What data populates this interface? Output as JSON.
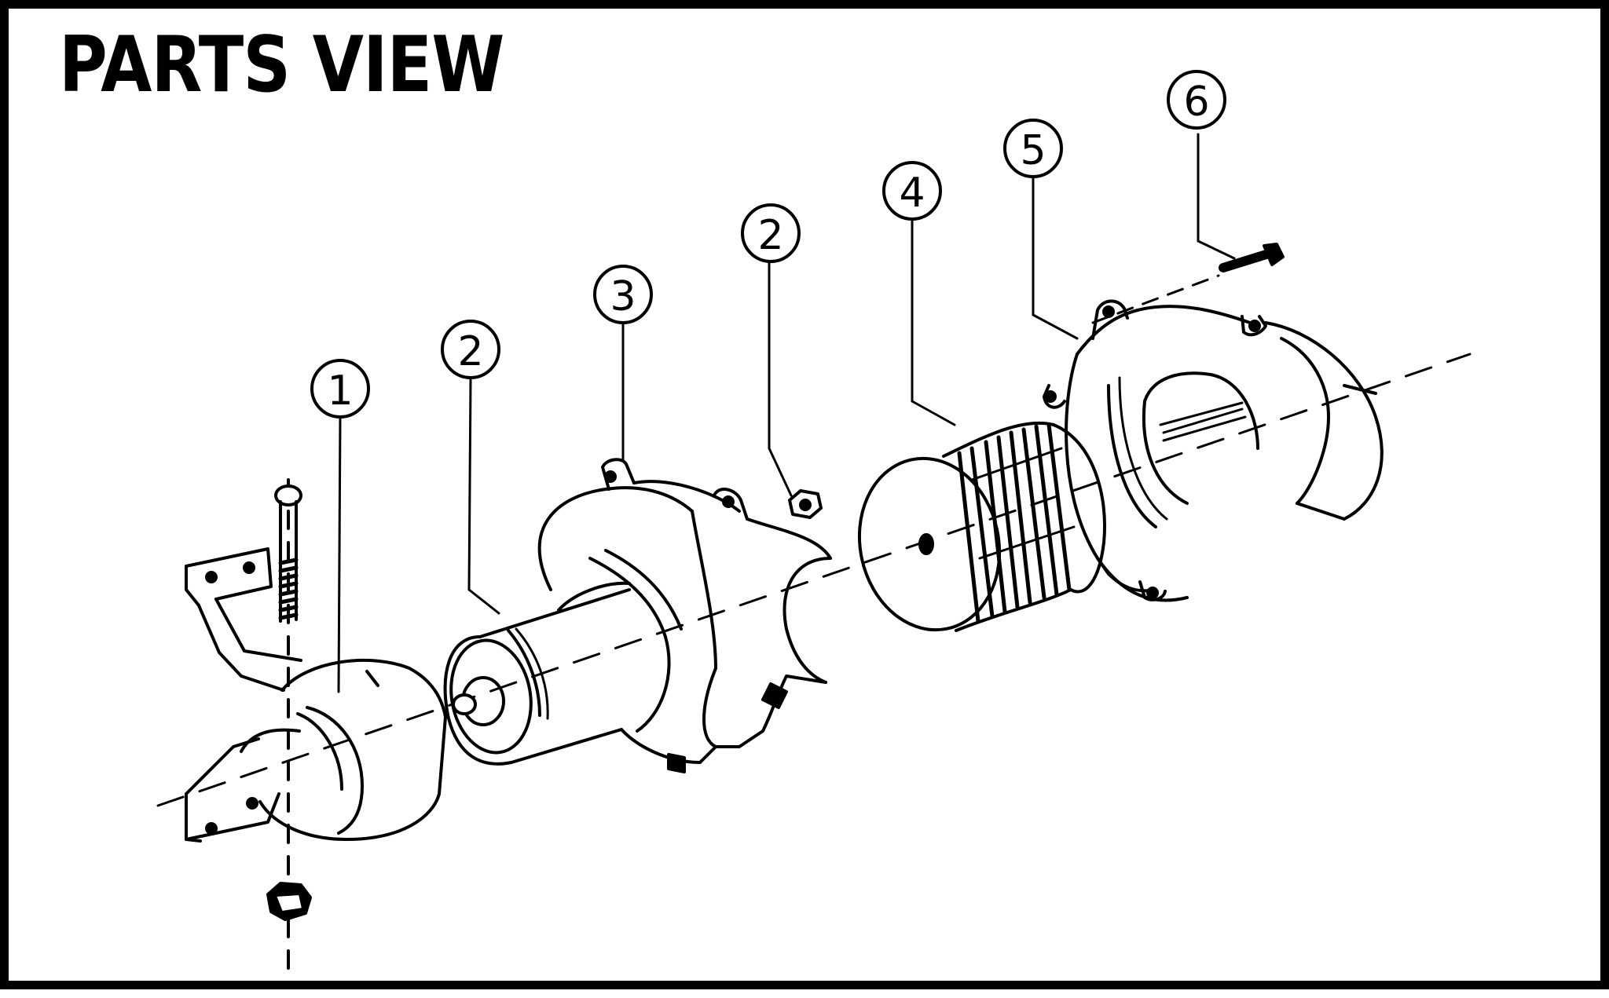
{
  "title": "PARTS VIEW",
  "callouts": [
    {
      "id": "part-1",
      "label": "1"
    },
    {
      "id": "part-2-left",
      "label": "2"
    },
    {
      "id": "part-3",
      "label": "3"
    },
    {
      "id": "part-2-right",
      "label": "2"
    },
    {
      "id": "part-4",
      "label": "4"
    },
    {
      "id": "part-5",
      "label": "5"
    },
    {
      "id": "part-6",
      "label": "6"
    }
  ],
  "colors": {
    "ink": "#000000",
    "paper": "#ffffff"
  }
}
